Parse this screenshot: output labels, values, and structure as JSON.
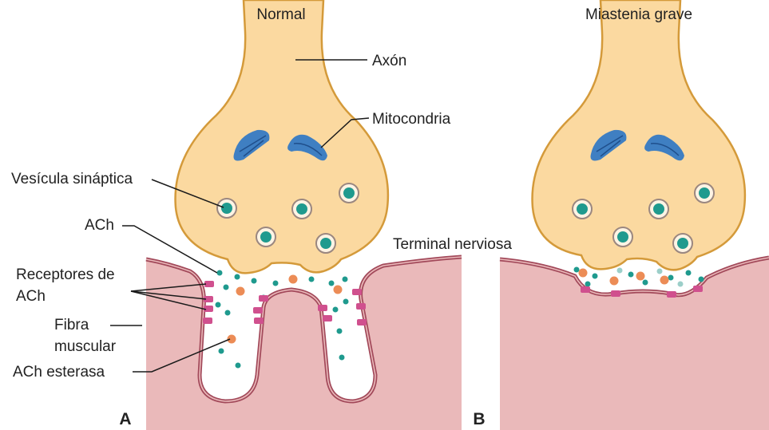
{
  "panels": [
    {
      "letter": "A",
      "title": "Normal"
    },
    {
      "letter": "B",
      "title": "Miastenia grave"
    }
  ],
  "labels": {
    "axon": "Axón",
    "mitochondria": "Mitocondria",
    "synaptic_vesicle": "Vesícula sináptica",
    "ach": "ACh",
    "receptors_line1": "Receptores de",
    "receptors_line2": "ACh",
    "muscle_line1": "Fibra",
    "muscle_line2": "muscular",
    "esterase": "ACh esterasa",
    "nerve_terminal": "Terminal nerviosa"
  },
  "colors": {
    "terminal_fill": "#fbd9a0",
    "terminal_stroke": "#d49a3a",
    "muscle_fill": "#eab9ba",
    "membrane": "#a2495a",
    "mitochondria": "#3f7fc2",
    "vesicle_ring": "#9a8780",
    "ach_dot": "#1f9a8e",
    "esterase": "#ec8c56",
    "receptor": "#d0508e"
  }
}
